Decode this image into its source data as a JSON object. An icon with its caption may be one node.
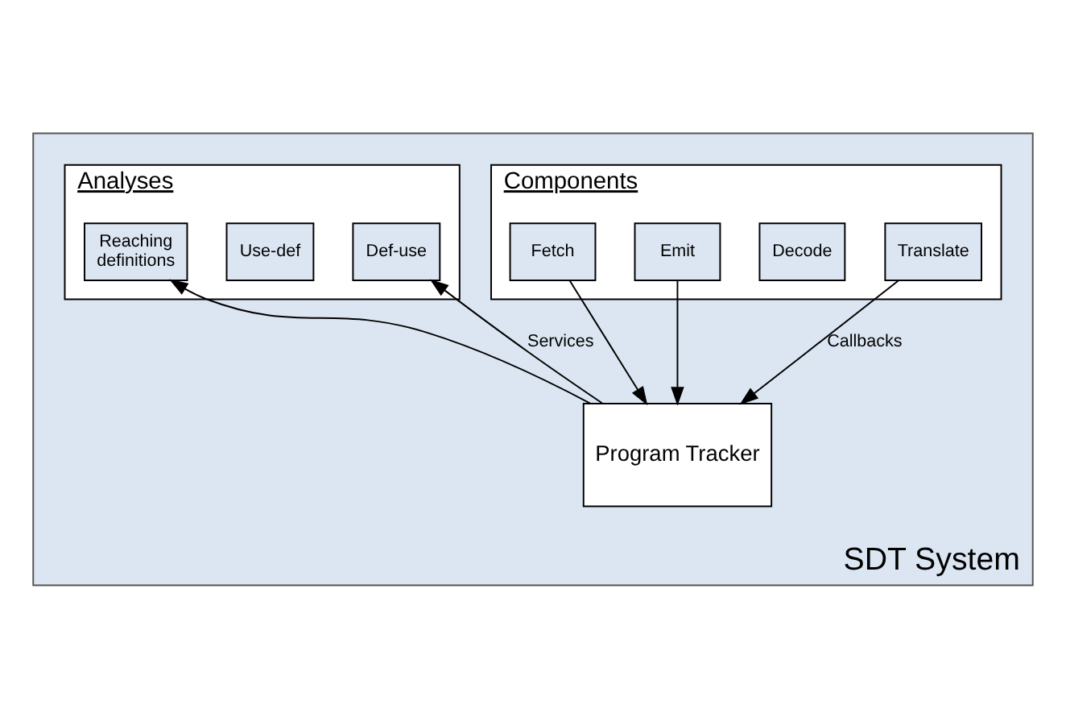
{
  "diagram": {
    "nodes": [
      {
        "text": [
          "SDT System"
        ]
      },
      {
        "text": [
          "Components"
        ],
        "in": 0
      },
      {
        "text": [
          "Fetch"
        ],
        "in": 1
      },
      {
        "text": [
          "Decode"
        ],
        "in": 1
      },
      {
        "text": [
          "Emit"
        ],
        "in": 1
      },
      {
        "text": [
          "Translate"
        ],
        "in": 1
      },
      {
        "text": [
          "Analyses"
        ],
        "in": 0
      },
      {
        "text": [
          "Def-use"
        ],
        "in": 6
      },
      {
        "text": [
          "Use-def"
        ],
        "in": 6
      },
      {
        "text": [
          "Reaching definitions"
        ],
        "in": 6
      },
      {
        "text": [
          "Program Tracker"
        ],
        "in": 0
      }
    ],
    "edges": [
      {
        "from": 2,
        "to": 10,
        "arrow": "to"
      },
      {
        "from": 5,
        "to": 10,
        "arrow": "to",
        "label": "Callbacks"
      },
      {
        "from": 4,
        "to": 10,
        "arrow": "to"
      },
      {
        "from": 10,
        "to": 7,
        "arrow": "to",
        "label": "Services"
      },
      {
        "from": 10,
        "to": 9,
        "arrow": "to"
      }
    ]
  }
}
